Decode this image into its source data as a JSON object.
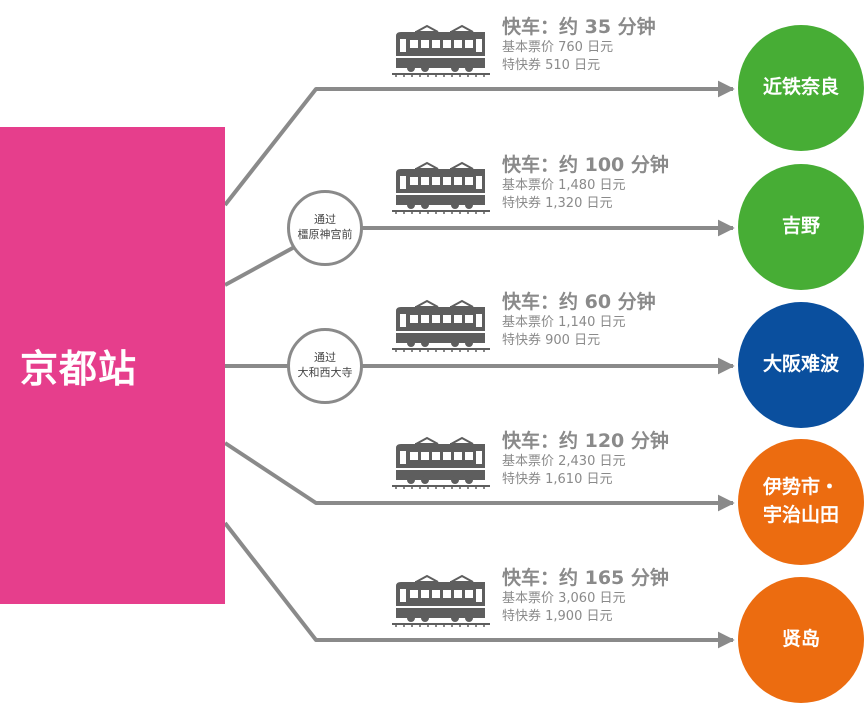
{
  "origin": {
    "label": "京都站"
  },
  "colors": {
    "origin": "#e63e8c",
    "line": "#8a8a8a",
    "train": "#5e5e5e",
    "dest_green": "#47ad35",
    "dest_blue": "#0a4f9e",
    "dest_orange": "#ec6c10"
  },
  "icons": {
    "train": "train-icon",
    "arrow": "arrow-head-icon"
  },
  "routes": [
    {
      "time": "快车：约 35 分钟",
      "base_fare": "基本票价 760 日元",
      "express_fare": "特快券 510 日元",
      "destination": "近铁奈良",
      "color": "#47ad35"
    },
    {
      "time": "快车：约 100 分钟",
      "base_fare": "基本票价 1,480 日元",
      "express_fare": "特快券 1,320 日元",
      "destination": "吉野",
      "color": "#47ad35"
    },
    {
      "time": "快车：约 60 分钟",
      "base_fare": "基本票价 1,140 日元",
      "express_fare": "特快券 900 日元",
      "destination": "大阪难波",
      "color": "#0a4f9e"
    },
    {
      "time": "快车：约 120 分钟",
      "base_fare": "基本票价 2,430 日元",
      "express_fare": "特快券 1,610 日元",
      "destination_line1": "伊势市・",
      "destination_line2": "宇治山田",
      "color": "#ec6c10"
    },
    {
      "time": "快车：约 165 分钟",
      "base_fare": "基本票价 3,060 日元",
      "express_fare": "特快券 1,900 日元",
      "destination": "贤岛",
      "color": "#ec6c10"
    }
  ],
  "via": [
    {
      "line1": "通过",
      "line2": "橿原神宫前"
    },
    {
      "line1": "通过",
      "line2": "大和西大寺"
    }
  ]
}
